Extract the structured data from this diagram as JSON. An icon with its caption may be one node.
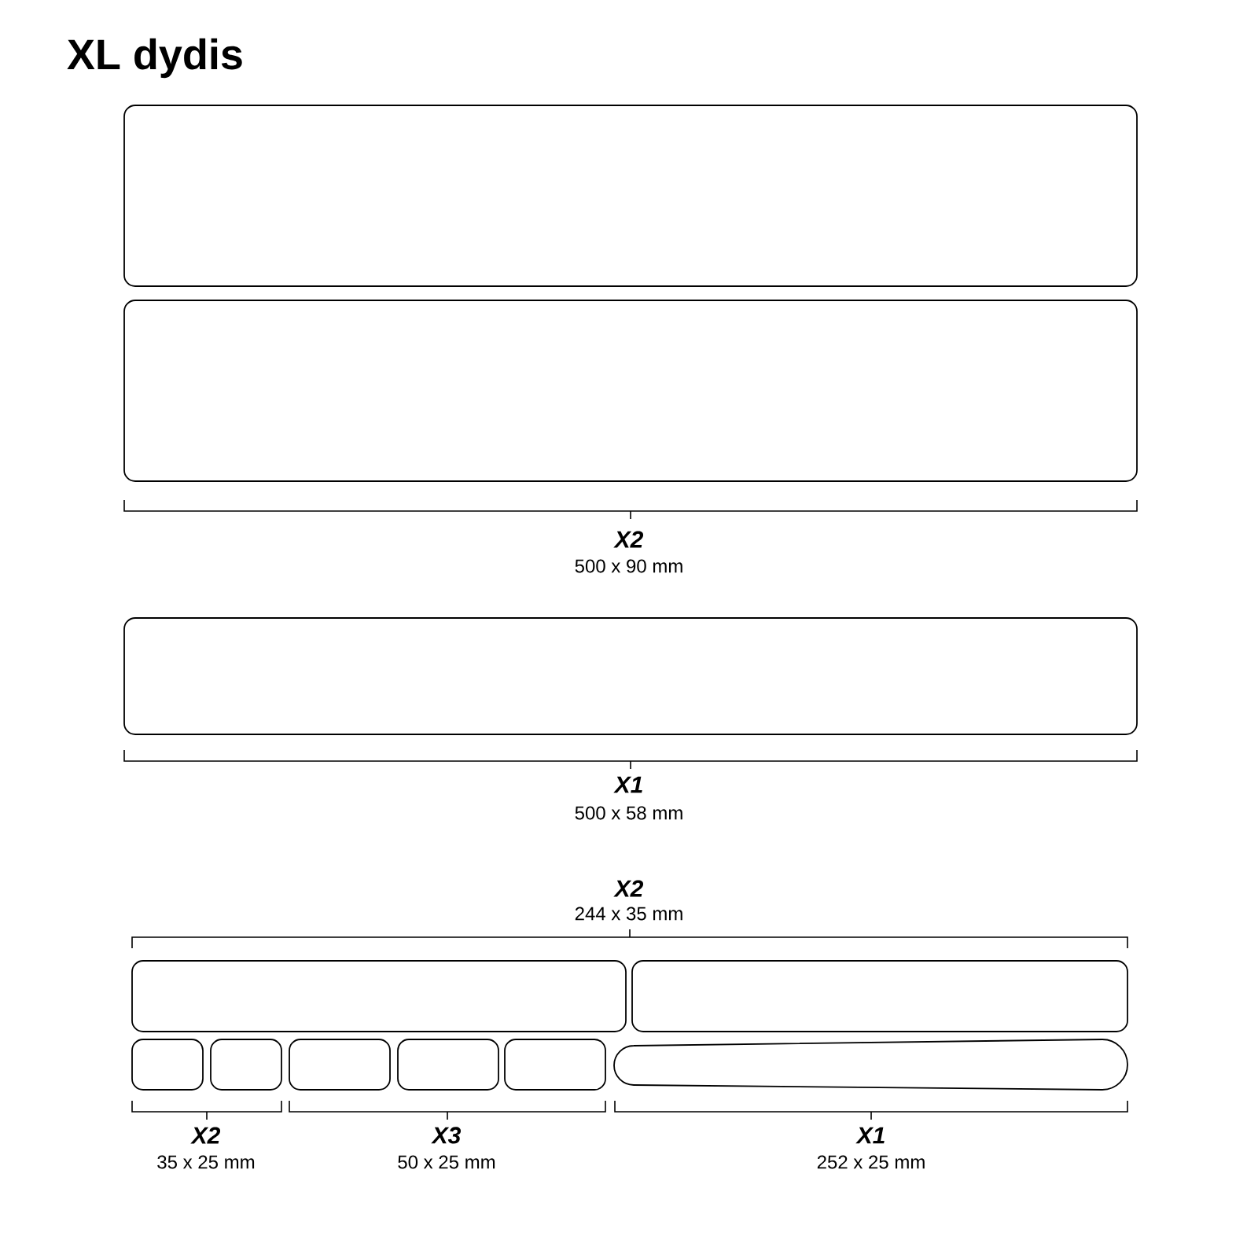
{
  "diagram": {
    "title": "XL dydis",
    "nodes": [
      {
        "text": [],
        "shape": "box"
      },
      {
        "text": [],
        "shape": "box"
      },
      {
        "text": [],
        "shape": "box"
      },
      {
        "text": [],
        "shape": "box"
      },
      {
        "text": [],
        "shape": "box"
      },
      {
        "text": [],
        "shape": "box"
      },
      {
        "text": [],
        "shape": "box"
      },
      {
        "text": [],
        "shape": "box"
      },
      {
        "text": [],
        "shape": "box"
      },
      {
        "text": [],
        "shape": "box"
      },
      {
        "text": [],
        "shape": "bar"
      }
    ],
    "edges": [],
    "labels": [
      "X2",
      "500 x 90 mm",
      "X1",
      "500 x 58 mm",
      "X2",
      "244 x 35 mm",
      "X2",
      "35 x 25 mm",
      "X3",
      "50 x 25 mm",
      "X1",
      "252 x 25 mm"
    ]
  }
}
